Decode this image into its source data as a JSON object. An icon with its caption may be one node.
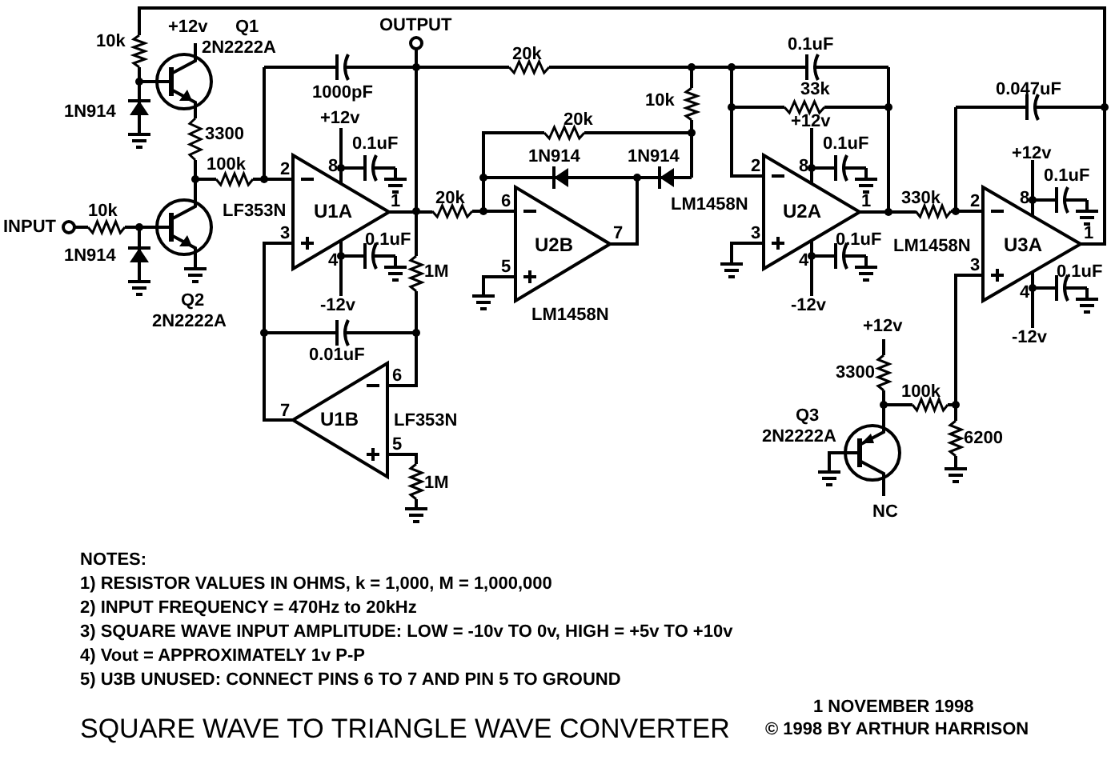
{
  "diagram": {
    "title": "SQUARE WAVE TO TRIANGLE WAVE CONVERTER",
    "labels": [
      "10k",
      "1N914",
      "+12v",
      "Q1",
      "2N2222A",
      "3300",
      "100k",
      "INPUT",
      "10k",
      "1N914",
      "LF353N",
      "Q2",
      "2N2222A",
      "OUTPUT",
      "1000pF",
      "+12v",
      "0.1uF",
      "2",
      "8",
      "U1A",
      "1",
      "3",
      "0.1uF",
      "4",
      "-12v",
      "1M",
      "0.01uF",
      "6",
      "7",
      "U1B",
      "LF353N",
      "5",
      "1M",
      "20k",
      "10k",
      "20k",
      "1N914",
      "1N914",
      "20k",
      "6",
      "U2B",
      "7",
      "5",
      "LM1458N",
      "0.1uF",
      "33k",
      "+12v",
      "0.1uF",
      "2",
      "8",
      "LM1458N",
      "U2A",
      "1",
      "3",
      "0.1uF",
      "4",
      "-12v",
      "0.047uF",
      "+12v",
      "0.1uF",
      "330k",
      "2",
      "8",
      "1",
      "LM1458N",
      "U3A",
      "3",
      "0.1uF",
      "4",
      "-12v",
      "+12v",
      "3300",
      "100k",
      "Q3",
      "2N2222A",
      "6200",
      "NC",
      "NOTES:",
      "1)  RESISTOR VALUES IN OHMS, k = 1,000, M = 1,000,000",
      "2)  INPUT FREQUENCY = 470Hz to 20kHz",
      "3)  SQUARE WAVE INPUT AMPLITUDE:  LOW = -10v TO 0v, HIGH = +5v TO +10v",
      "4)  Vout = APPROXIMATELY 1v P-P",
      "5)  U3B UNUSED:  CONNECT PINS 6 TO 7 AND PIN 5 TO GROUND",
      "1 NOVEMBER 1998",
      "© 1998 BY ARTHUR HARRISON"
    ]
  }
}
